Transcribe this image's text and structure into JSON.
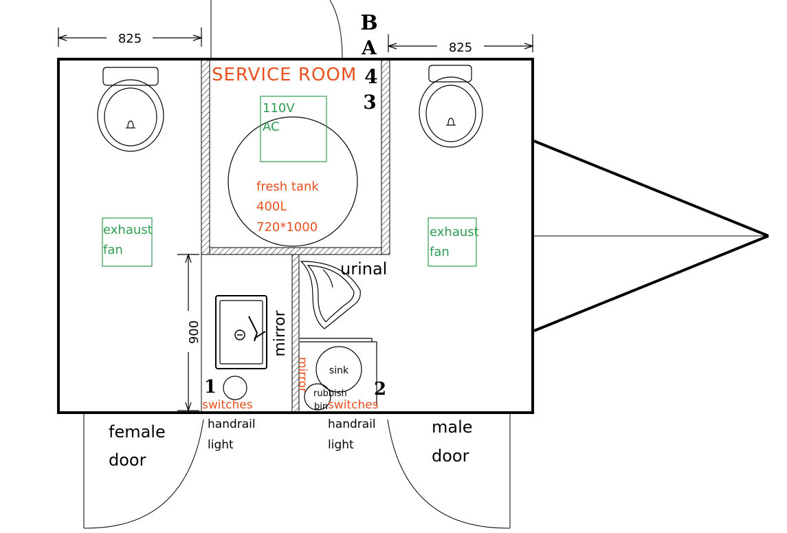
{
  "dimensions": {
    "top_left_width": "825",
    "top_right_width": "825",
    "wash_height": "900"
  },
  "rooms": {
    "service_room": "SERVICE ROOM"
  },
  "equipment": {
    "ac_line1": "110V",
    "ac_line2": "AC",
    "tank_line1": "fresh tank",
    "tank_line2": "400L",
    "tank_line3": "720*1000",
    "left_fan_line1": "exhaust",
    "left_fan_line2": "fan",
    "right_fan_line1": "exhaust",
    "right_fan_line2": "fan"
  },
  "fixtures": {
    "urinal": "urinal",
    "mirror_left": "mirror",
    "mirror_right": "mirror",
    "sink": "sink",
    "rubbish_bin_line1": "rubbish",
    "rubbish_bin_line2": "bin"
  },
  "markers": {
    "b": "B",
    "a": "A",
    "four": "4",
    "three": "3",
    "one": "1",
    "two": "2"
  },
  "switches": {
    "left_label": "switches",
    "right_label": "switches",
    "left_line1": "handrail",
    "left_line2": "light",
    "right_line1": "handrail",
    "right_line2": "light"
  },
  "doors": {
    "female_line1": "female",
    "female_line2": "door",
    "male_line1": "male",
    "male_line2": "door"
  },
  "colors": {
    "wall": "#000000",
    "label_orange": "#e8501e",
    "equipment_green": "#2e9b52"
  }
}
